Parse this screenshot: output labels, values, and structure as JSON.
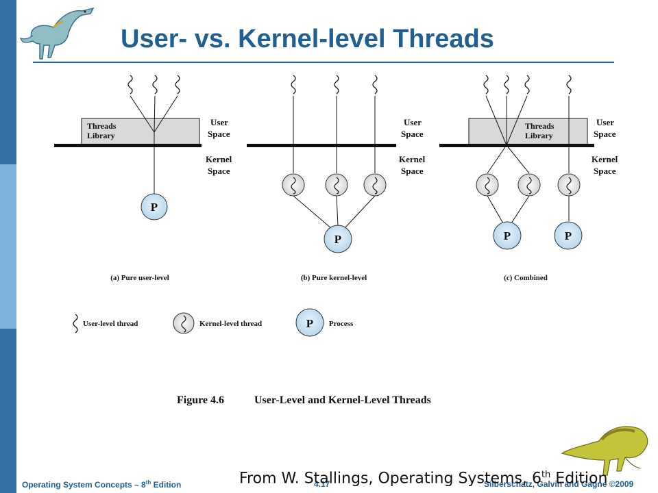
{
  "slide": {
    "title": "User- vs. Kernel-level Threads",
    "footer_left": "Operating System Concepts – 8",
    "footer_left_sup": "th",
    "footer_left_end": " Edition",
    "page_number": "4.17",
    "footer_right": "Silberschatz, Galvin and Gagne ©2009",
    "credit_prefix": "From W. Stallings, Operating Systems, 6",
    "credit_sup": "th",
    "credit_suffix": " Edition",
    "accent": "#1f5f93",
    "sidebar_light": "#7fb1dd"
  },
  "figure": {
    "user_space": "User Space",
    "user_space_line1": "User",
    "user_space_line2": "Space",
    "kernel_space_line1": "Kernel",
    "kernel_space_line2": "Space",
    "threads_library_line1": "Threads",
    "threads_library_line2": "Library",
    "process_symbol": "P",
    "caption_a": "(a) Pure user-level",
    "caption_b": "(b) Pure kernel-level",
    "caption_c": "(c) Combined",
    "legend_user": "User-level thread",
    "legend_kernel": "Kernel-level thread",
    "legend_process": "Process",
    "figure_number": "Figure 4.6",
    "figure_title": "User-Level and Kernel-Level Threads"
  }
}
